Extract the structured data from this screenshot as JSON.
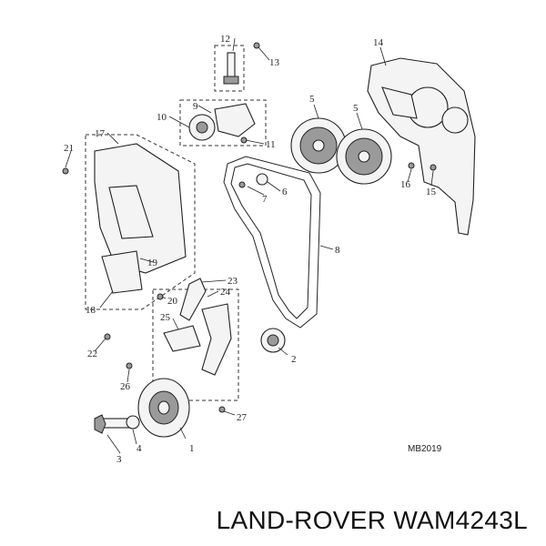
{
  "diagram": {
    "drawing_code": "MB2019",
    "callouts": [
      "1",
      "2",
      "3",
      "4",
      "5",
      "5",
      "6",
      "7",
      "8",
      "9",
      "10",
      "11",
      "12",
      "13",
      "14",
      "15",
      "16",
      "17",
      "18",
      "19",
      "20",
      "21",
      "22",
      "23",
      "24",
      "25",
      "26",
      "27"
    ]
  },
  "caption": {
    "text": "LAND-ROVER WAM4243L"
  }
}
